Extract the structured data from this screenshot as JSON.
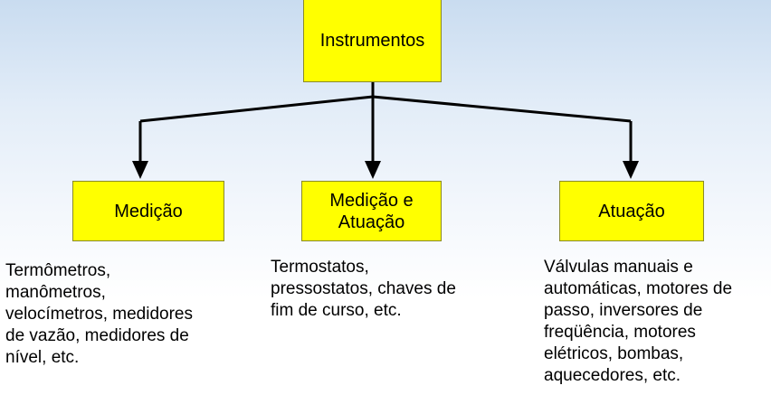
{
  "diagram": {
    "root": {
      "label": "Instrumentos"
    },
    "children": [
      {
        "label": "Medição",
        "description_lines": [
          "Termômetros,",
          "manômetros,",
          "velocímetros, medidores",
          "de vazão, medidores de",
          "nível, etc."
        ]
      },
      {
        "label": "Medição e\nAtuação",
        "description_lines": [
          "Termostatos,",
          "pressostatos, chaves de",
          "fim de curso, etc."
        ]
      },
      {
        "label": "Atuação",
        "description_lines": [
          "Válvulas manuais e",
          "automáticas, motores de",
          "passo, inversores de",
          "freqüência, motores",
          "elétricos, bombas,",
          "aquecedores, etc."
        ]
      }
    ],
    "colors": {
      "node_fill": "#ffff00",
      "node_border": "#8a8a2a",
      "connector": "#000000",
      "background_top": "#c9dcf0",
      "background_bottom": "#ffffff"
    }
  }
}
